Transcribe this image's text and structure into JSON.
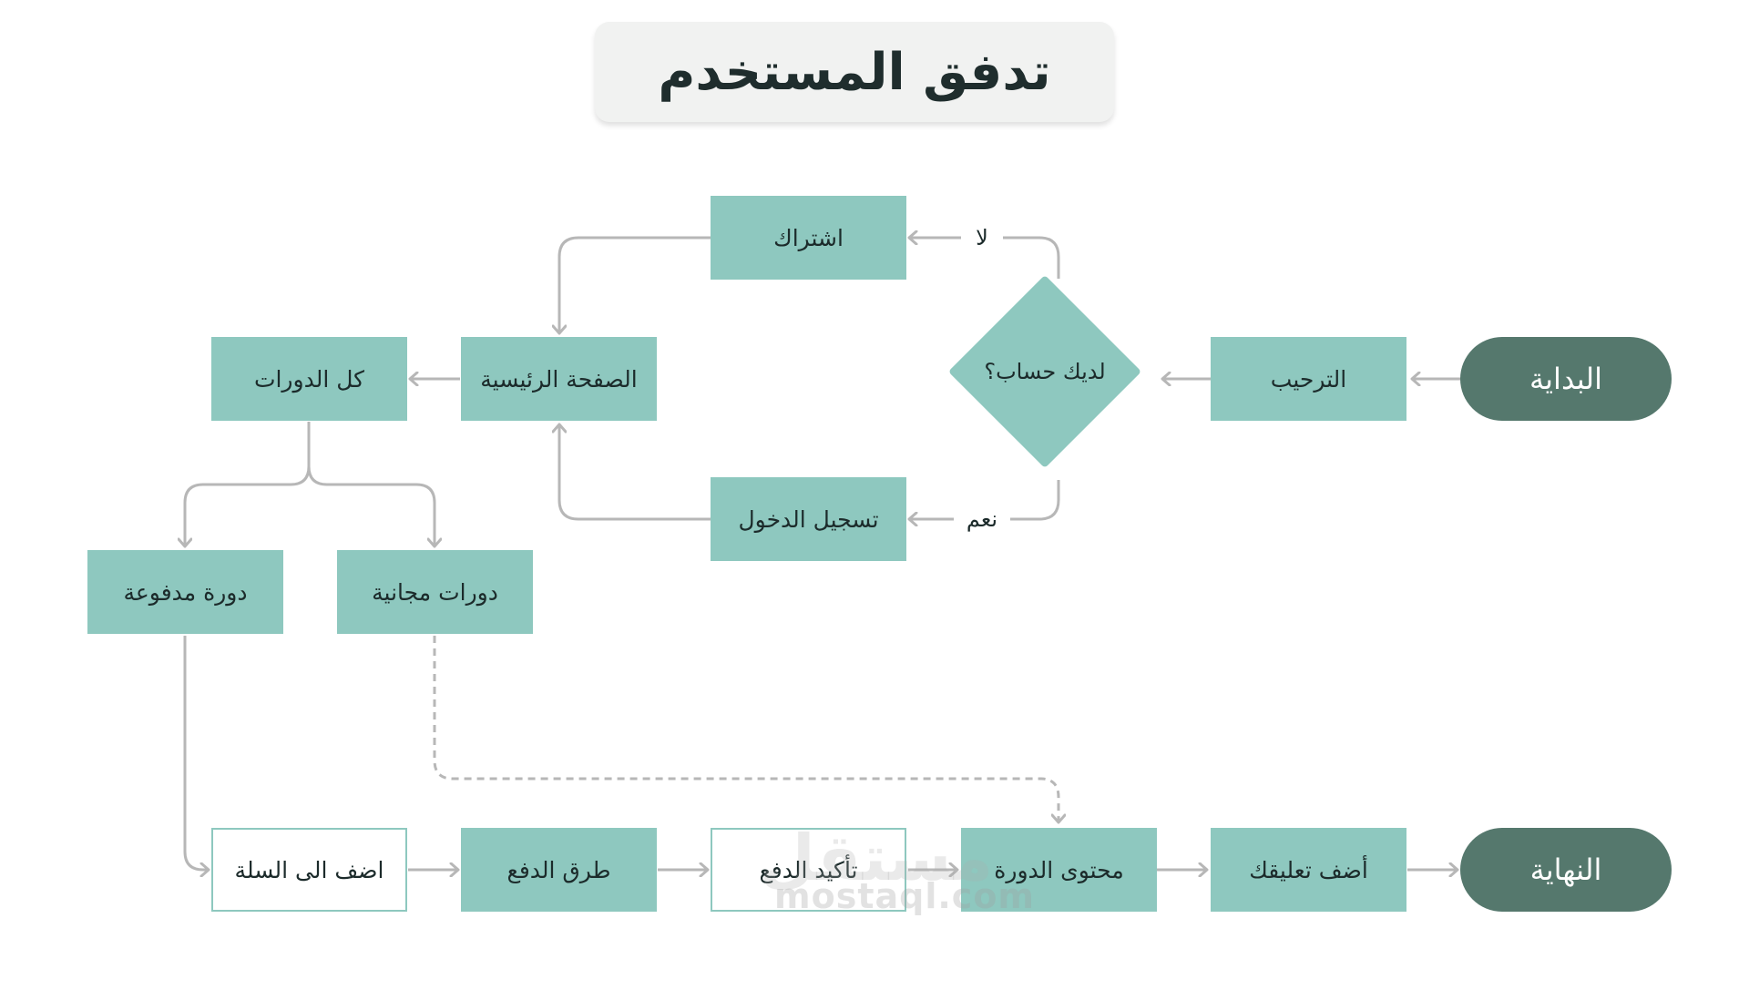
{
  "title": "تدفق المستخدم",
  "nodes": {
    "start": "البداية",
    "welcome": "الترحيب",
    "has_account": "لديك حساب؟",
    "subscribe": "اشتراك",
    "login": "تسجيل الدخول",
    "home": "الصفحة الرئيسية",
    "all_courses": "كل الدورات",
    "free_courses": "دورات مجانية",
    "paid_course": "دورة مدفوعة",
    "add_to_cart": "اضف الى السلة",
    "payment_methods": "طرق الدفع",
    "payment_confirm": "تأكيد الدفع",
    "course_content": "محتوى الدورة",
    "add_comment": "أضف تعليقك",
    "end": "النهاية"
  },
  "edge_labels": {
    "no": "لا",
    "yes": "نعم"
  },
  "watermark": {
    "logo": "مستقل",
    "url": "mostaql.com"
  },
  "colors": {
    "node_fill": "#8ec8bf",
    "terminal_fill": "#55786d",
    "connector": "#b7b7b7",
    "title_bg": "#f1f2f1"
  }
}
